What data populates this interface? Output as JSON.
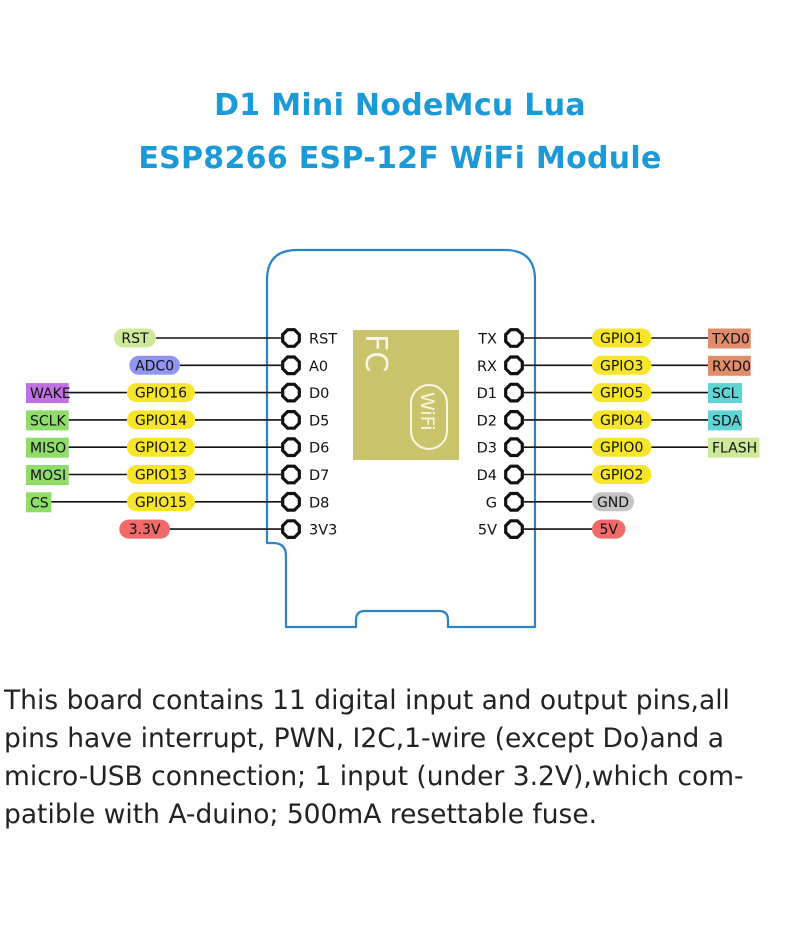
{
  "title": {
    "line1": "D1 Mini NodeMcu Lua",
    "line2": "ESP8266 ESP-12F WiFi Module"
  },
  "colors": {
    "title": "#1a9ad6",
    "board_outline": "#2c84c4",
    "chip": "#c9c36c",
    "gpio": "#f7e52a",
    "rst": "#cfe99a",
    "adc": "#8f96f0",
    "power": "#f06a6a",
    "gnd": "#c4c4c4",
    "purple": "#c070e0",
    "green": "#8fdc6a",
    "uart": "#e18c6a",
    "i2c": "#5fd4d4",
    "flash": "#cfe99a"
  },
  "chip": {
    "label": "FC",
    "wifi_label": "WiFi"
  },
  "left_pins": [
    {
      "pin": "RST",
      "signal": "RST",
      "signal_type": "rst",
      "function": null
    },
    {
      "pin": "A0",
      "signal": "ADC0",
      "signal_type": "adc",
      "function": null
    },
    {
      "pin": "D0",
      "signal": "GPIO16",
      "signal_type": "gpio",
      "function": "WAKE",
      "function_type": "purple"
    },
    {
      "pin": "D5",
      "signal": "GPIO14",
      "signal_type": "gpio",
      "function": "SCLK",
      "function_type": "green"
    },
    {
      "pin": "D6",
      "signal": "GPIO12",
      "signal_type": "gpio",
      "function": "MISO",
      "function_type": "green"
    },
    {
      "pin": "D7",
      "signal": "GPIO13",
      "signal_type": "gpio",
      "function": "MOSI",
      "function_type": "green"
    },
    {
      "pin": "D8",
      "signal": "GPIO15",
      "signal_type": "gpio",
      "function": "CS",
      "function_type": "green"
    },
    {
      "pin": "3V3",
      "signal": "3.3V",
      "signal_type": "power",
      "function": null
    }
  ],
  "right_pins": [
    {
      "pin": "TX",
      "signal": "GPIO1",
      "signal_type": "gpio",
      "function": "TXD0",
      "function_type": "uart"
    },
    {
      "pin": "RX",
      "signal": "GPIO3",
      "signal_type": "gpio",
      "function": "RXD0",
      "function_type": "uart"
    },
    {
      "pin": "D1",
      "signal": "GPIO5",
      "signal_type": "gpio",
      "function": "SCL",
      "function_type": "i2c"
    },
    {
      "pin": "D2",
      "signal": "GPIO4",
      "signal_type": "gpio",
      "function": "SDA",
      "function_type": "i2c"
    },
    {
      "pin": "D3",
      "signal": "GPIO0",
      "signal_type": "gpio",
      "function": "FLASH",
      "function_type": "flash"
    },
    {
      "pin": "D4",
      "signal": "GPIO2",
      "signal_type": "gpio",
      "function": null
    },
    {
      "pin": "G",
      "signal": "GND",
      "signal_type": "gnd",
      "function": null
    },
    {
      "pin": "5V",
      "signal": "5V",
      "signal_type": "power",
      "function": null
    }
  ],
  "description": {
    "lines": [
      "This board contains 11 digital input and output pins,all",
      "pins have interrupt, PWN, I2C,1-wire (except Do)and a",
      "micro-USB connection; 1 input (under 3.2V),which com-",
      "patible with A-duino; 500mA resettable fuse."
    ]
  }
}
